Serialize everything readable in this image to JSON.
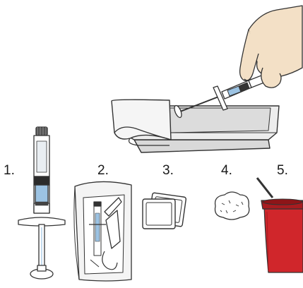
{
  "labels": {
    "item1": "1.",
    "item2": "2.",
    "item3": "3.",
    "item4": "4.",
    "item5": "5."
  },
  "icons": [
    "hand-holding-syringe-icon",
    "tray-icon",
    "prefilled-syringe-icon",
    "blister-package-icon",
    "alcohol-swabs-icon",
    "cotton-ball-icon",
    "sharps-container-icon"
  ],
  "colors": {
    "outline": "#333333",
    "container_red": "#d0262b",
    "container_dark": "#8e1518",
    "tray_grey": "#e4e4e4",
    "syringe_blue": "#9cc3e3"
  }
}
